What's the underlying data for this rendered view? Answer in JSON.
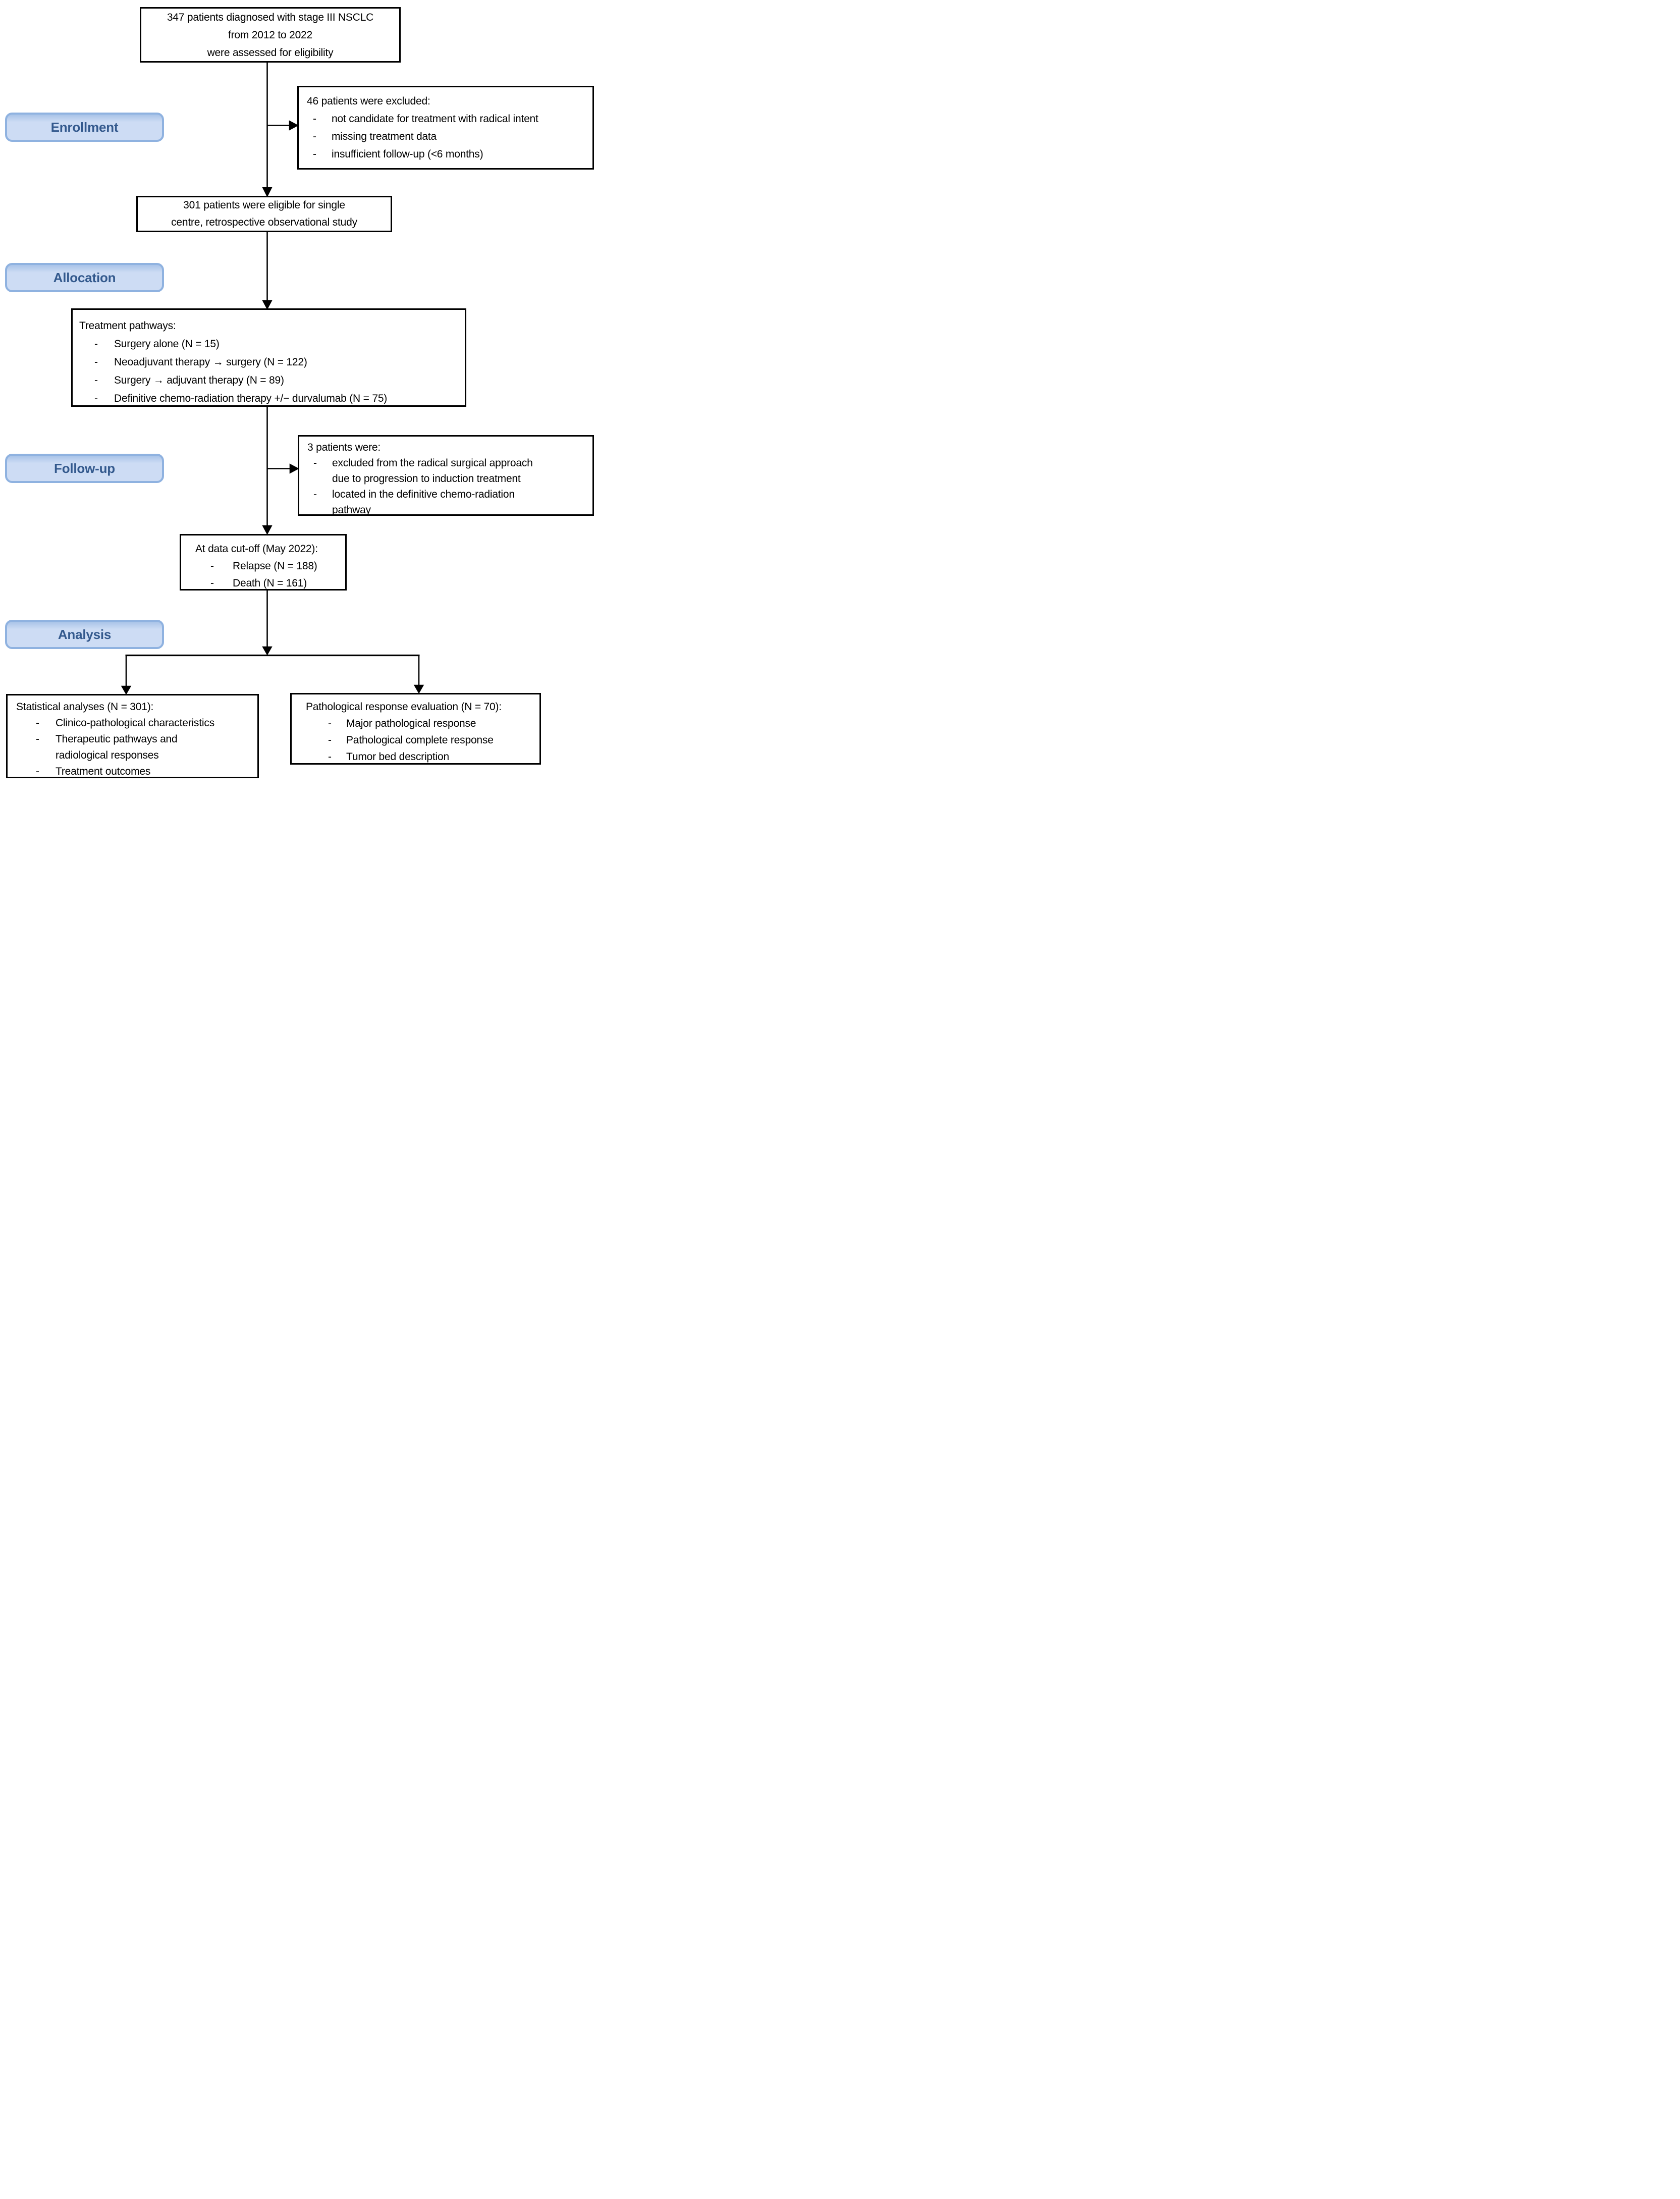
{
  "bullet_char": "-",
  "stage_labels": {
    "enrollment": "Enrollment",
    "allocation": "Allocation",
    "followup": "Follow-up",
    "analysis": "Analysis"
  },
  "boxes": {
    "assessed": {
      "lines": [
        "347 patients diagnosed with stage III NSCLC",
        "from 2012 to 2022",
        "were assessed for eligibility"
      ]
    },
    "excluded": {
      "heading": "46 patients were excluded:",
      "items": [
        [
          "not candidate for treatment with radical intent"
        ],
        [
          "missing treatment data"
        ],
        [
          "insufficient follow-up (<6 months)"
        ]
      ]
    },
    "eligible": {
      "lines": [
        "301 patients were eligible for single",
        "centre, retrospective observational study"
      ]
    },
    "pathways": {
      "heading": "Treatment pathways:",
      "items": [
        [
          "Surgery alone (N = 15)"
        ],
        [
          "Neoadjuvant therapy → surgery (N = 122)"
        ],
        [
          "Surgery → adjuvant therapy (N = 89)"
        ],
        [
          "Definitive chemo-radiation therapy +/− durvalumab (N = 75)"
        ]
      ]
    },
    "followup_excluded": {
      "heading": "3 patients were:",
      "items": [
        [
          "excluded from the radical surgical approach",
          "due to progression to induction treatment"
        ],
        [
          "located in the definitive chemo-radiation",
          "pathway"
        ]
      ]
    },
    "cutoff": {
      "heading": "At data cut-off (May 2022):",
      "items": [
        [
          "Relapse (N = 188)"
        ],
        [
          "Death  (N = 161)"
        ]
      ]
    },
    "statistical": {
      "heading": "Statistical analyses (N = 301):",
      "items": [
        [
          "Clinico-pathological characteristics"
        ],
        [
          "Therapeutic pathways and",
          "radiological responses"
        ],
        [
          "Treatment outcomes"
        ]
      ]
    },
    "pathological": {
      "heading": "Pathological response evaluation (N = 70):",
      "items": [
        [
          "Major pathological response"
        ],
        [
          "Pathological complete response"
        ],
        [
          "Tumor bed description"
        ]
      ]
    }
  },
  "colors": {
    "box_border": "#000000",
    "arrow": "#000000",
    "stage_fill": "#cddcf4",
    "stage_border": "#8fb2e0",
    "stage_text": "#33598d"
  }
}
